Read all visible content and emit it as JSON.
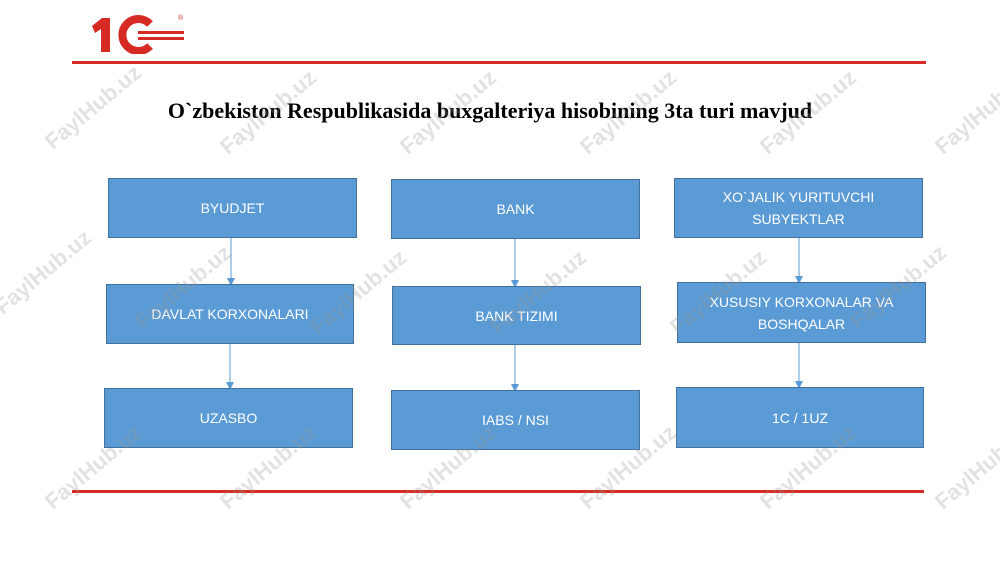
{
  "logo": {
    "text": "1C",
    "registered_mark": "®",
    "color": "#d62b25"
  },
  "title": "O`zbekiston Respublikasida buxgalteriya hisobining 3ta turi mavjud",
  "columns": [
    {
      "top": "BYUDJET",
      "middle": "DAVLAT KORXONALARI",
      "bottom": "UZASBO"
    },
    {
      "top": "BANK",
      "middle": "BANK TIZIMI",
      "bottom": "IABS / NSI"
    },
    {
      "top": "XO`JALIK YURITUVCHI SUBYEKTLAR",
      "middle": "XUSUSIY KORXONALAR VA BOSHQALAR",
      "bottom": "1C / 1UZ"
    }
  ],
  "watermark": "FaylHub.uz",
  "colors": {
    "box_fill": "#5b9bd5",
    "box_border": "#41719c",
    "rule": "#d62b25",
    "connector": "#5b9bd5"
  }
}
